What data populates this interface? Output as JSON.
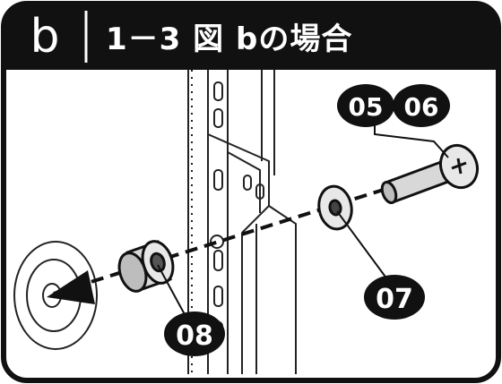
{
  "header": {
    "step_letter": "b",
    "title_num": "1－3",
    "title_text": "図 bの場合"
  },
  "parts": {
    "p05": "05",
    "p06": "06",
    "p07": "07",
    "p08": "08"
  },
  "colors": {
    "header_bg": "#111111",
    "line": "#111111",
    "part_fill": "#e6e6e6",
    "bg": "#ffffff"
  }
}
